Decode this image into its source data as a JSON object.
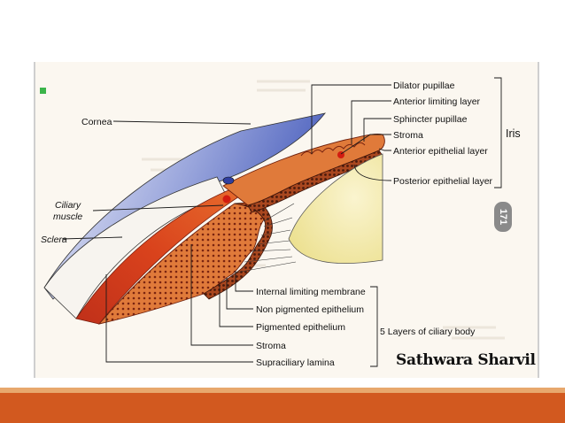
{
  "diagram": {
    "labels": {
      "cornea": "Cornea",
      "ciliary_muscle_line1": "Ciliary",
      "ciliary_muscle_line2": "muscle",
      "sclera": "Sclera",
      "dilator_pupillae": "Dilator pupillae",
      "anterior_limiting_layer": "Anterior limiting layer",
      "sphincter_pupillae": "Sphincter pupillae",
      "stroma_iris": "Stroma",
      "anterior_epithelial_layer": "Anterior epithelial layer",
      "posterior_epithelial_layer": "Posterior epithelial layer",
      "iris": "Iris",
      "internal_limiting_membrane": "Internal limiting membrane",
      "non_pigmented_epithelium": "Non pigmented epithelium",
      "pigmented_epithelium": "Pigmented epithelium",
      "stroma_ciliary": "Stroma",
      "supraciliary_lamina": "Supraciliary lamina",
      "ciliary_body_layers": "5 Layers of ciliary body"
    },
    "page_marker": "171"
  },
  "author": "Sathwara Sharvil",
  "colors": {
    "footer_bar": "#d2591f",
    "footer_bar_light": "#e8a86d",
    "cornea": "#5a6fc2",
    "tissue_red": "#d9421c",
    "tissue_orange": "#e3763a",
    "lens": "#f3ebb4",
    "bullet": "#3bb44a"
  }
}
